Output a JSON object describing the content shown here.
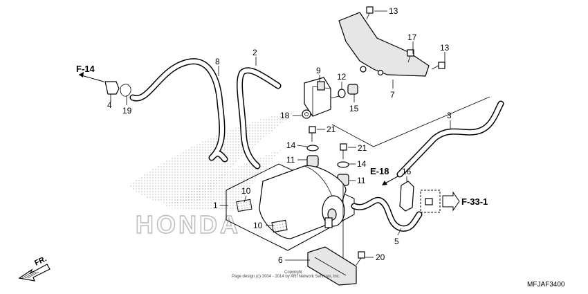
{
  "callouts": [
    {
      "id": "c13a",
      "text": "13"
    },
    {
      "id": "c17",
      "text": "17"
    },
    {
      "id": "c13b",
      "text": "13"
    },
    {
      "id": "c8",
      "text": "8"
    },
    {
      "id": "c2",
      "text": "2"
    },
    {
      "id": "c9",
      "text": "9"
    },
    {
      "id": "c12",
      "text": "12"
    },
    {
      "id": "c15",
      "text": "15"
    },
    {
      "id": "c7",
      "text": "7"
    },
    {
      "id": "c4",
      "text": "4"
    },
    {
      "id": "c19",
      "text": "19"
    },
    {
      "id": "c18",
      "text": "18"
    },
    {
      "id": "c21a",
      "text": "21"
    },
    {
      "id": "c3",
      "text": "3"
    },
    {
      "id": "c14a",
      "text": "14"
    },
    {
      "id": "c21b",
      "text": "21"
    },
    {
      "id": "c11a",
      "text": "11"
    },
    {
      "id": "c14b",
      "text": "14"
    },
    {
      "id": "c11b",
      "text": "11"
    },
    {
      "id": "c16",
      "text": "16"
    },
    {
      "id": "c10a",
      "text": "10"
    },
    {
      "id": "c1",
      "text": "1"
    },
    {
      "id": "c10b",
      "text": "10"
    },
    {
      "id": "c5",
      "text": "5"
    },
    {
      "id": "c6",
      "text": "6"
    },
    {
      "id": "c20",
      "text": "20"
    }
  ],
  "references": {
    "f14": "F-14",
    "e18": "E-18",
    "f331": "F-33-1"
  },
  "direction_label": "FR.",
  "watermark": "HONDA",
  "copyright_line1": "Copyright",
  "copyright_line2": "Page design (c) 2004 - 2014 by ARI Network Services, Inc.",
  "diagram_code": "MFJAF3400"
}
